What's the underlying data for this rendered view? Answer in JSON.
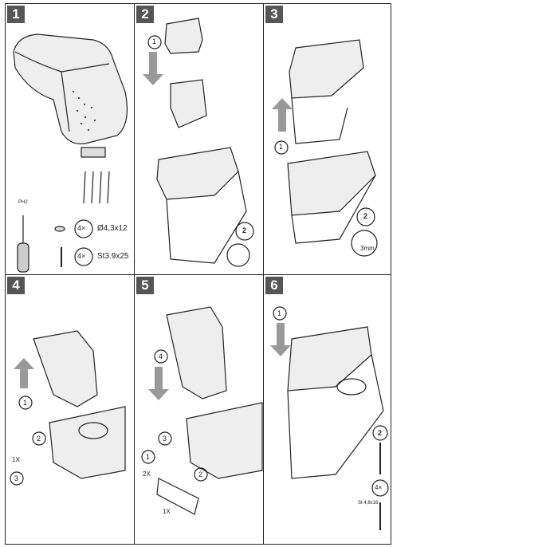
{
  "steps": [
    {
      "number": "1",
      "labels": {
        "screwdriver": "PH2",
        "washer_qty": "4×",
        "washer_size": "Ø4,3x12",
        "screw_qty": "4×",
        "screw_size": "St3.9x25"
      }
    },
    {
      "number": "2",
      "labels": {
        "a": "1",
        "b": "2"
      }
    },
    {
      "number": "3",
      "labels": {
        "a": "1",
        "b": "2",
        "hex": "3mm"
      }
    },
    {
      "number": "4",
      "labels": {
        "a": "1",
        "b": "2",
        "c": "3",
        "qty": "1X"
      }
    },
    {
      "number": "5",
      "labels": {
        "a": "1",
        "b": "2",
        "c": "3",
        "d": "4",
        "qty2": "2X",
        "qty1": "1X"
      }
    },
    {
      "number": "6",
      "labels": {
        "a": "1",
        "b": "2",
        "qty": "4×",
        "screw": "St 4,8x16"
      }
    }
  ]
}
